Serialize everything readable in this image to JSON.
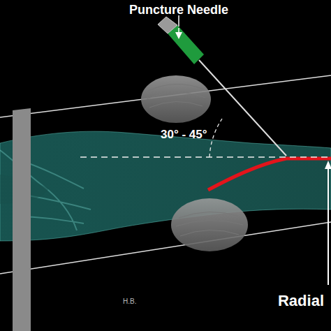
{
  "diagram": {
    "labels": [
      "Puncture Needle",
      "30° - 45°",
      "Radial",
      "H.B."
    ]
  }
}
